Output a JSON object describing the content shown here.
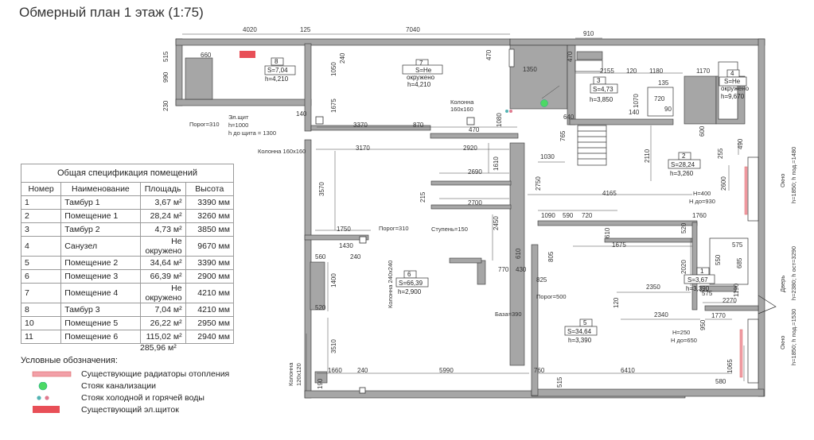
{
  "title": "Обмерный план 1 этаж (1:75)",
  "spec_table": {
    "caption": "Общая спецификация помещений",
    "headers": [
      "Номер",
      "Наименование",
      "Площадь",
      "Высота"
    ],
    "rows": [
      {
        "num": "1",
        "name": "Тамбур 1",
        "area": "3,67 м²",
        "height": "3390 мм"
      },
      {
        "num": "2",
        "name": "Помещение 1",
        "area": "28,24 м²",
        "height": "3260 мм"
      },
      {
        "num": "3",
        "name": "Тамбур 2",
        "area": "4,73 м²",
        "height": "3850 мм"
      },
      {
        "num": "4",
        "name": "Санузел",
        "area": "Не окружено",
        "height": "9670 мм"
      },
      {
        "num": "5",
        "name": "Помещение 2",
        "area": "34,64 м²",
        "height": "3390 мм"
      },
      {
        "num": "6",
        "name": "Помещение 3",
        "area": "66,39 м²",
        "height": "2900 мм"
      },
      {
        "num": "7",
        "name": "Помещение 4",
        "area": "Не окружено",
        "height": "4210 мм"
      },
      {
        "num": "8",
        "name": "Тамбур 3",
        "area": "7,04 м²",
        "height": "4210 мм"
      },
      {
        "num": "10",
        "name": "Помещение 5",
        "area": "26,22 м²",
        "height": "2950 мм"
      },
      {
        "num": "11",
        "name": "Помещение 6",
        "area": "115,02 м²",
        "height": "2940 мм"
      }
    ],
    "total": "285,96 м²"
  },
  "legend": {
    "title": "Условные обозначения:",
    "items": [
      {
        "label": "Существующие радиаторы отопления",
        "color": "#f2a0a8"
      },
      {
        "label": "Стояк канализации",
        "color": "#4cd964"
      },
      {
        "label": "Стояк холодной и горячей воды",
        "colors": [
          "#52b3b3",
          "#e07a8f"
        ]
      },
      {
        "label": "Существующий эл.щиток",
        "color": "#e84f57"
      }
    ]
  },
  "colors": {
    "wall": "#a6a6a6",
    "line": "#333333"
  },
  "plan": {
    "dims": {
      "d4020": "4020",
      "d125": "125",
      "d7040": "7040",
      "d910": "910",
      "d515": "515",
      "d660": "660",
      "d990": "990",
      "d230": "230",
      "d240a": "240",
      "d1050": "1050",
      "d1675a": "1675",
      "d140a": "140",
      "d3370": "3370",
      "d870": "870",
      "d470a": "470",
      "d470b": "470",
      "d1080": "1080",
      "d1350": "1350",
      "d640": "640",
      "d2155": "2155",
      "d120a": "120",
      "d1180": "1180",
      "d1170": "1170",
      "d135": "135",
      "d470c": "470",
      "d720a": "720",
      "d90": "90",
      "d140b": "140",
      "d3170": "3170",
      "d2920": "2920",
      "d1610a": "1610",
      "d2690": "2690",
      "d3570": "3570",
      "d215": "215",
      "d2700": "2700",
      "d2450": "2450",
      "d765": "765",
      "d600": "600",
      "d1030": "1030",
      "d2110": "2110",
      "d255": "255",
      "d490": "490",
      "d2750": "2750",
      "d4165": "4165",
      "d2600": "2600",
      "d1090": "1090",
      "d590": "590",
      "d720b": "720",
      "d1760": "1760",
      "d1750": "1750",
      "d1430": "1430",
      "d560": "560",
      "d240b": "240",
      "d610a": "610",
      "d770": "770",
      "d430": "430",
      "d610b": "610",
      "d1675b": "1675",
      "d520a": "520",
      "d1070": "1070",
      "d575a": "575",
      "d550": "550",
      "d685": "685",
      "d2020": "2020",
      "d1400": "1400",
      "d825": "825",
      "d805": "805",
      "d2350": "2350",
      "d120b": "120",
      "d1190": "1190",
      "d575b": "575",
      "d2270": "2270",
      "d520b": "520",
      "d2340": "2340",
      "d1770": "1770",
      "d950": "950",
      "d3510": "3510",
      "d1660": "1660",
      "d240c": "240",
      "d5990": "5990",
      "d760": "760",
      "d6410": "6410",
      "d1065": "1065",
      "d190": "190",
      "d515b": "515",
      "d580": "580"
    },
    "notes": {
      "porog310a": "Порог=310",
      "elshit": "Эл.щит",
      "h1000": "h=1000",
      "hshit": "h до щита = 1300",
      "kolonna160a": "Колонна 160х160",
      "kolonna": "Колонна",
      "k160": "160х160",
      "porog310b": "Порог=310",
      "stupen": "Ступень=150",
      "kolonna240": "Колонна 240х240",
      "kolonna120a": "Колонна",
      "kolonna120b": "120х120",
      "porog500": "Порог=500",
      "baza": "База=390",
      "h400": "H=400",
      "hdo930": "H до=930",
      "h250": "H=250",
      "hdo650": "H до=650",
      "okno1": "Окно",
      "okno1b": "h=1850; h под.=1480",
      "dver": "Дверь",
      "dverb": "h=2380; h ост=3290",
      "okno2": "Окно",
      "okno2b": "h=1850; h под.=1530"
    },
    "rooms": [
      {
        "id": "8",
        "s": "S=7,04",
        "h": "h=4,210"
      },
      {
        "id": "7",
        "s": "S=Не",
        "s2": "окружено",
        "h": "h=4,210"
      },
      {
        "id": "3",
        "s": "S=4,73",
        "h": "h=3,850"
      },
      {
        "id": "4",
        "s": "S=Не",
        "s2": "окружено",
        "h": "h=9,670"
      },
      {
        "id": "2",
        "s": "S=28,24",
        "h": "h=3,260"
      },
      {
        "id": "6",
        "s": "S=66,39",
        "h": "h=2,900"
      },
      {
        "id": "1",
        "s": "S=3,67",
        "h": "h=3,390"
      },
      {
        "id": "5",
        "s": "S=34,64",
        "h": "h=3,390"
      }
    ]
  }
}
